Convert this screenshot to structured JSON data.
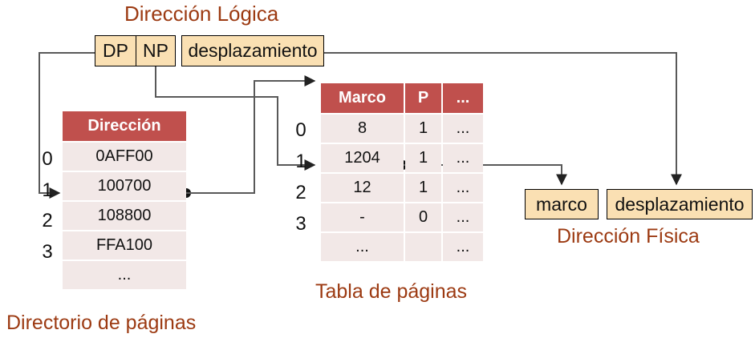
{
  "captions": {
    "logical_address": "Dirección Lógica",
    "physical_address": "Dirección Física",
    "page_table": "Tabla de páginas",
    "page_directory": "Directorio de páginas"
  },
  "logical_address": {
    "fields": [
      {
        "label": "DP"
      },
      {
        "label": "NP"
      },
      {
        "label": "desplazamiento"
      }
    ]
  },
  "physical_address": {
    "fields": [
      {
        "label": "marco"
      },
      {
        "label": "desplazamiento"
      }
    ]
  },
  "page_directory": {
    "header": [
      "Dirección"
    ],
    "row_labels": [
      "0",
      "1",
      "2",
      "3"
    ],
    "rows": [
      [
        "0AFF00"
      ],
      [
        "100700"
      ],
      [
        "108800"
      ],
      [
        "FFA100"
      ],
      [
        "..."
      ]
    ]
  },
  "page_table": {
    "header": [
      "Marco",
      "P",
      "..."
    ],
    "row_labels": [
      "0",
      "1",
      "2",
      "3"
    ],
    "rows": [
      [
        "8",
        "1",
        "..."
      ],
      [
        "1204",
        "1",
        "..."
      ],
      [
        "12",
        "1",
        "..."
      ],
      [
        "-",
        "0",
        "..."
      ],
      [
        "...",
        "",
        "..."
      ]
    ]
  },
  "colors": {
    "header_red": "#c0504d",
    "row_pink": "#f2e8e7",
    "box_tan": "#fae0b3",
    "caption_brown": "#9c3a12",
    "wire_gray": "#595959"
  }
}
